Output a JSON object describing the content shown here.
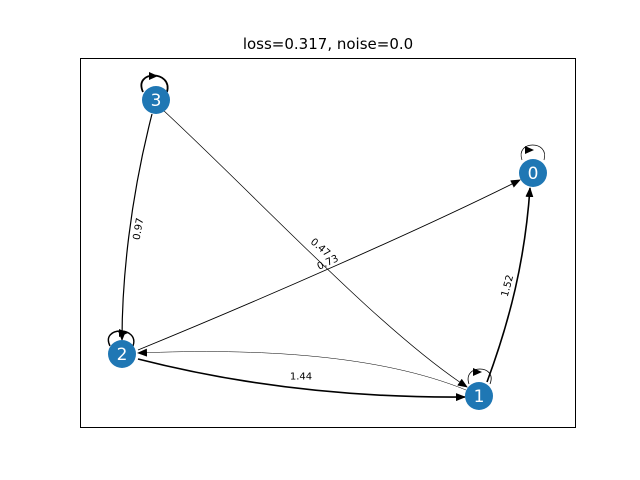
{
  "title": "loss=0.317, noise=0.0",
  "node_color": "#1f77b4",
  "edge_color": "#000000",
  "nodes": [
    {
      "id": "0",
      "label": "0"
    },
    {
      "id": "1",
      "label": "1"
    },
    {
      "id": "2",
      "label": "2"
    },
    {
      "id": "3",
      "label": "3"
    }
  ],
  "edges": [
    {
      "id": "e00",
      "source": "0",
      "target": "0",
      "weight": "",
      "self_loop": true
    },
    {
      "id": "e11",
      "source": "1",
      "target": "1",
      "weight": "",
      "self_loop": true
    },
    {
      "id": "e22",
      "source": "2",
      "target": "2",
      "weight": "",
      "self_loop": true
    },
    {
      "id": "e33",
      "source": "3",
      "target": "3",
      "weight": "",
      "self_loop": true
    },
    {
      "id": "e32",
      "source": "3",
      "target": "2",
      "weight": "0.97",
      "self_loop": false
    },
    {
      "id": "e31",
      "source": "3",
      "target": "1",
      "weight": "0.47",
      "self_loop": false
    },
    {
      "id": "e20",
      "source": "2",
      "target": "0",
      "weight": "0.73",
      "self_loop": false
    },
    {
      "id": "e21",
      "source": "2",
      "target": "1",
      "weight": "1.44",
      "self_loop": false
    },
    {
      "id": "e10",
      "source": "1",
      "target": "0",
      "weight": "1.52",
      "self_loop": false
    },
    {
      "id": "e12",
      "source": "1",
      "target": "2",
      "weight": "",
      "self_loop": false
    }
  ]
}
